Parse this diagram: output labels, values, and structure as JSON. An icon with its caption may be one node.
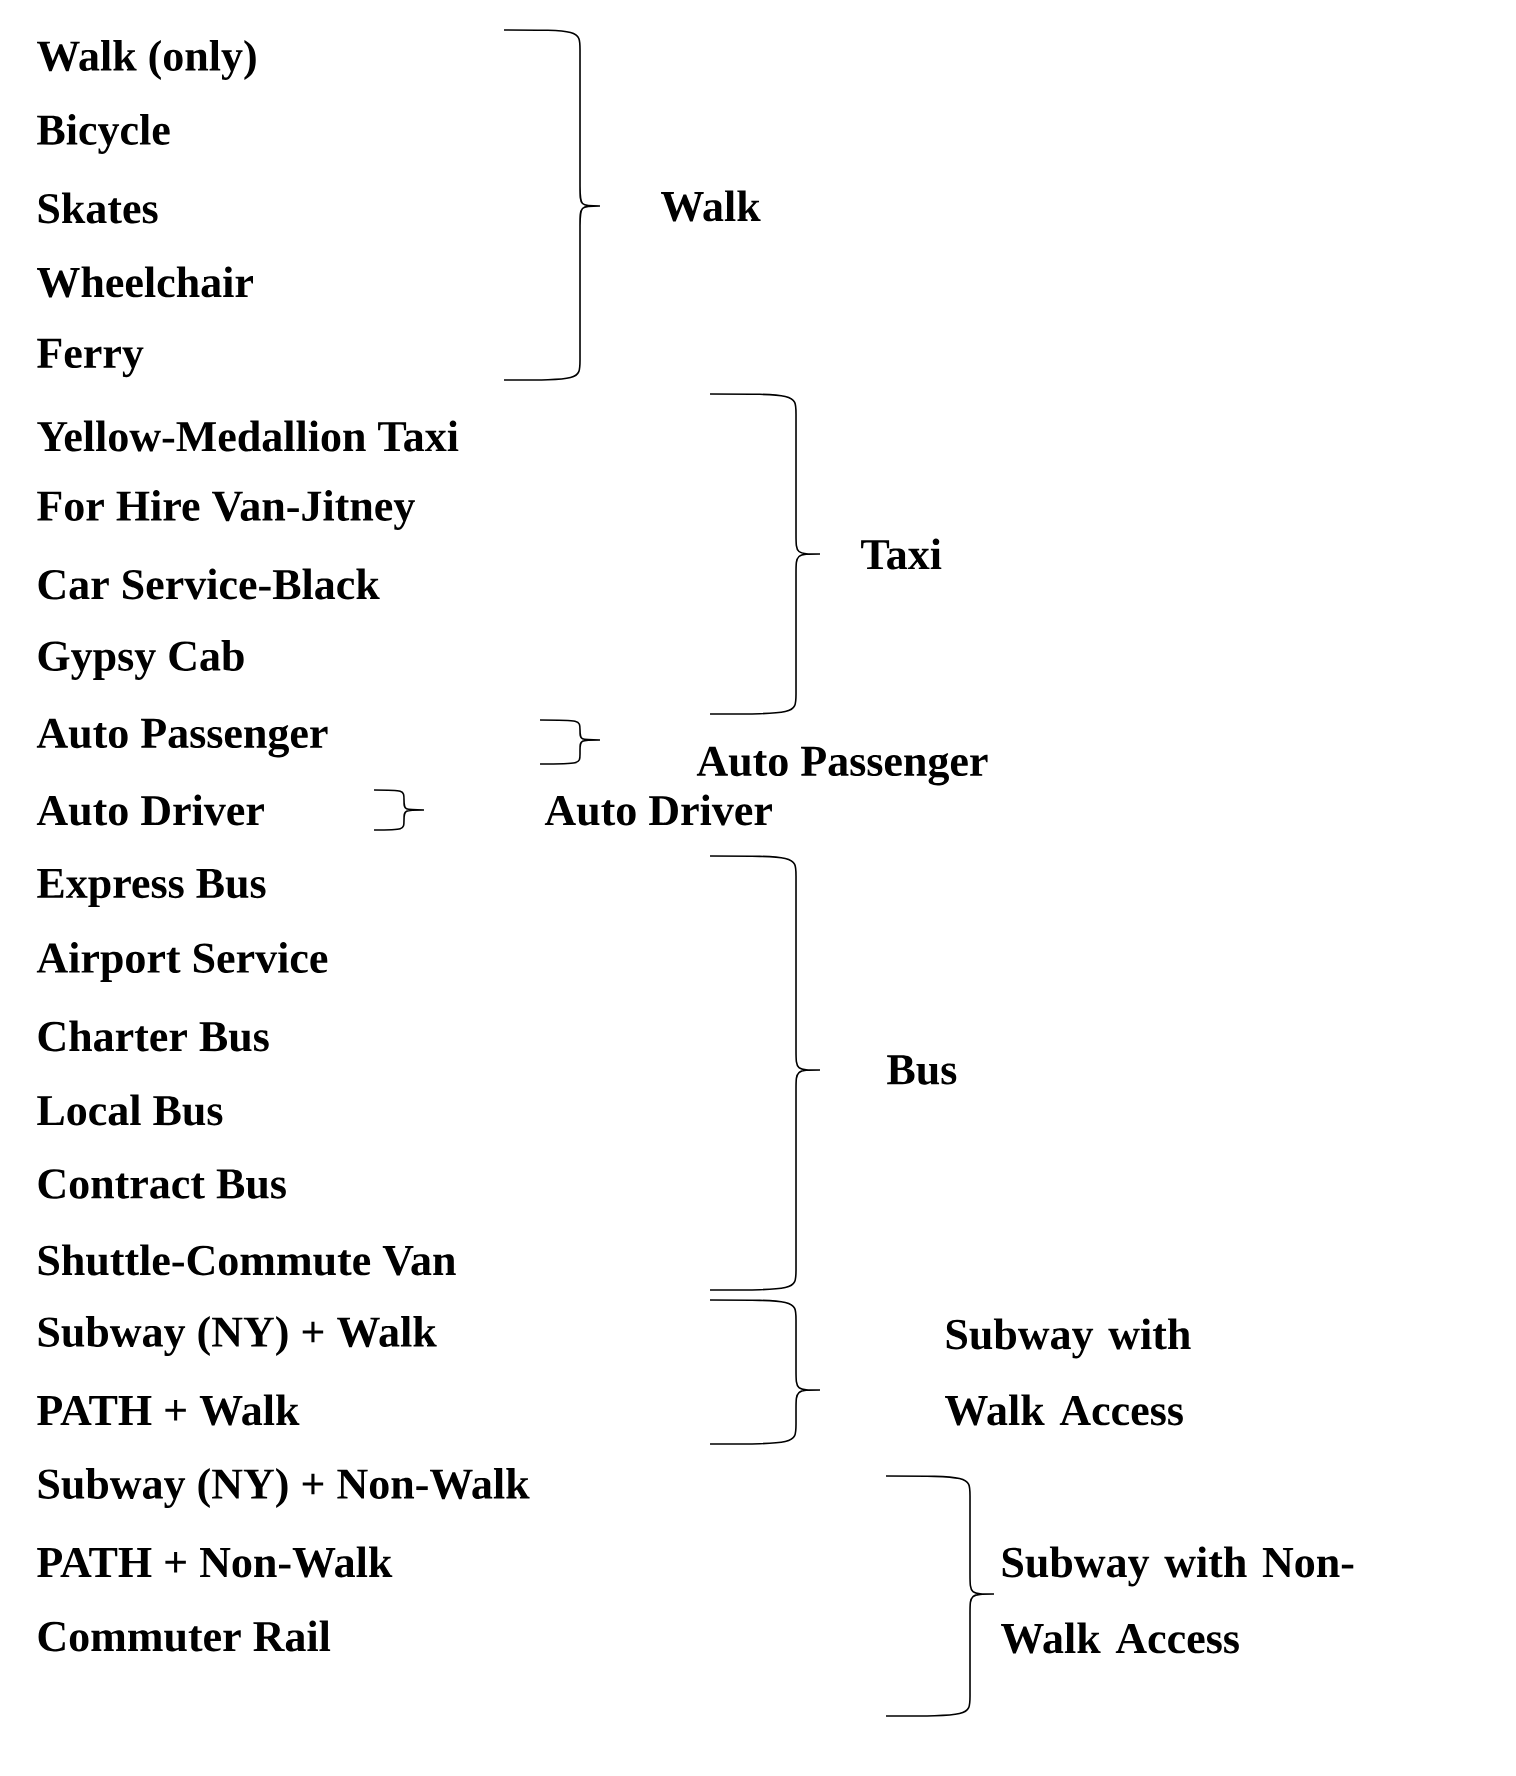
{
  "diagram": {
    "labels": [
      "Walk (only)",
      "Bicycle",
      "Skates",
      "Wheelchair",
      "Ferry",
      "Walk",
      "Yellow-Medallion Taxi",
      "For Hire Van-Jitney",
      "Car Service-Black",
      "Gypsy Cab",
      "Taxi",
      "Auto Passenger",
      "Auto Passenger",
      "Auto Driver",
      "Auto Driver",
      "Express Bus",
      "Airport Service",
      "Charter Bus",
      "Local Bus",
      "Contract Bus",
      "Shuttle-Commute Van",
      "Bus",
      "Subway (NY) + Walk",
      "PATH + Walk",
      "Subway with Walk Access",
      "Subway (NY) + Non-Walk",
      "PATH + Non-Walk",
      "Commuter Rail",
      "Subway with Non-Walk Access"
    ]
  }
}
